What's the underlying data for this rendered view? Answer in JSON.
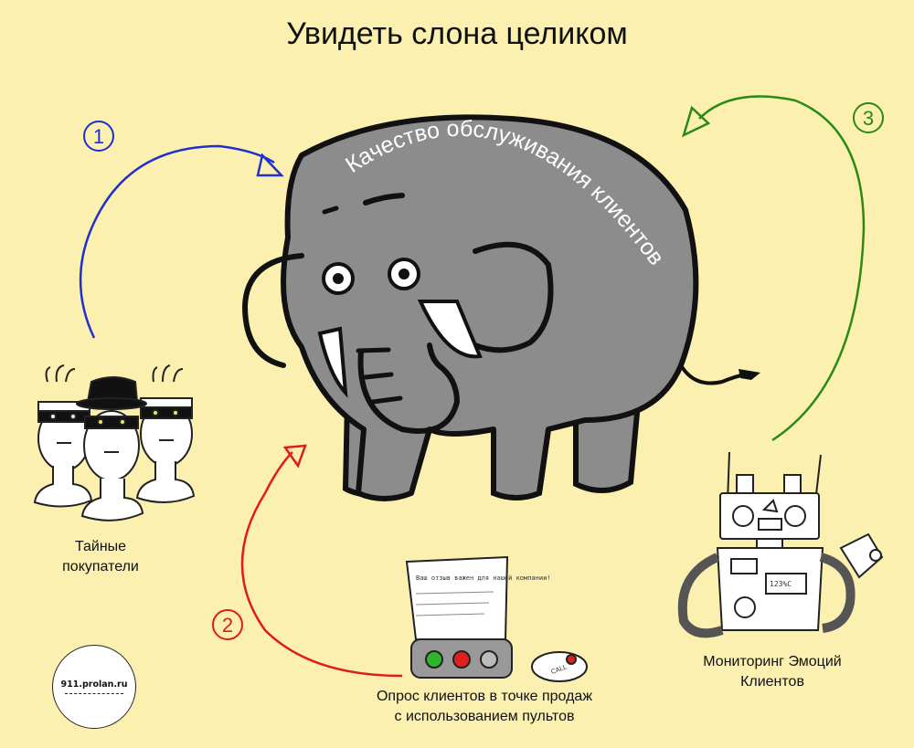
{
  "title": "Увидеть слона целиком",
  "elephant": {
    "label": "Качество обслуживания клиентов"
  },
  "steps": [
    {
      "number": "1",
      "label_lines": [
        "Тайные",
        "покупатели"
      ],
      "color": "#1f2fd0"
    },
    {
      "number": "2",
      "label_lines": [
        "Опрос клиентов в точке продаж",
        "с использованием пультов"
      ],
      "color": "#e01b1b"
    },
    {
      "number": "3",
      "label_lines": [
        "Мониторинг Эмоций",
        "Клиентов"
      ],
      "color": "#2a8a14"
    }
  ],
  "survey_panel": {
    "note_text": "Ваш отзыв важен для нашей компании!",
    "button_colors": [
      "#2db52d",
      "#e02020",
      "#bbbbbb"
    ]
  },
  "remote": {
    "label": "CALL"
  },
  "robot": {
    "display_text": "123%C"
  },
  "logo": {
    "text": "911.prolan.ru"
  },
  "colors": {
    "background": "#fbf0b0",
    "elephant": "#8c8c8c"
  }
}
